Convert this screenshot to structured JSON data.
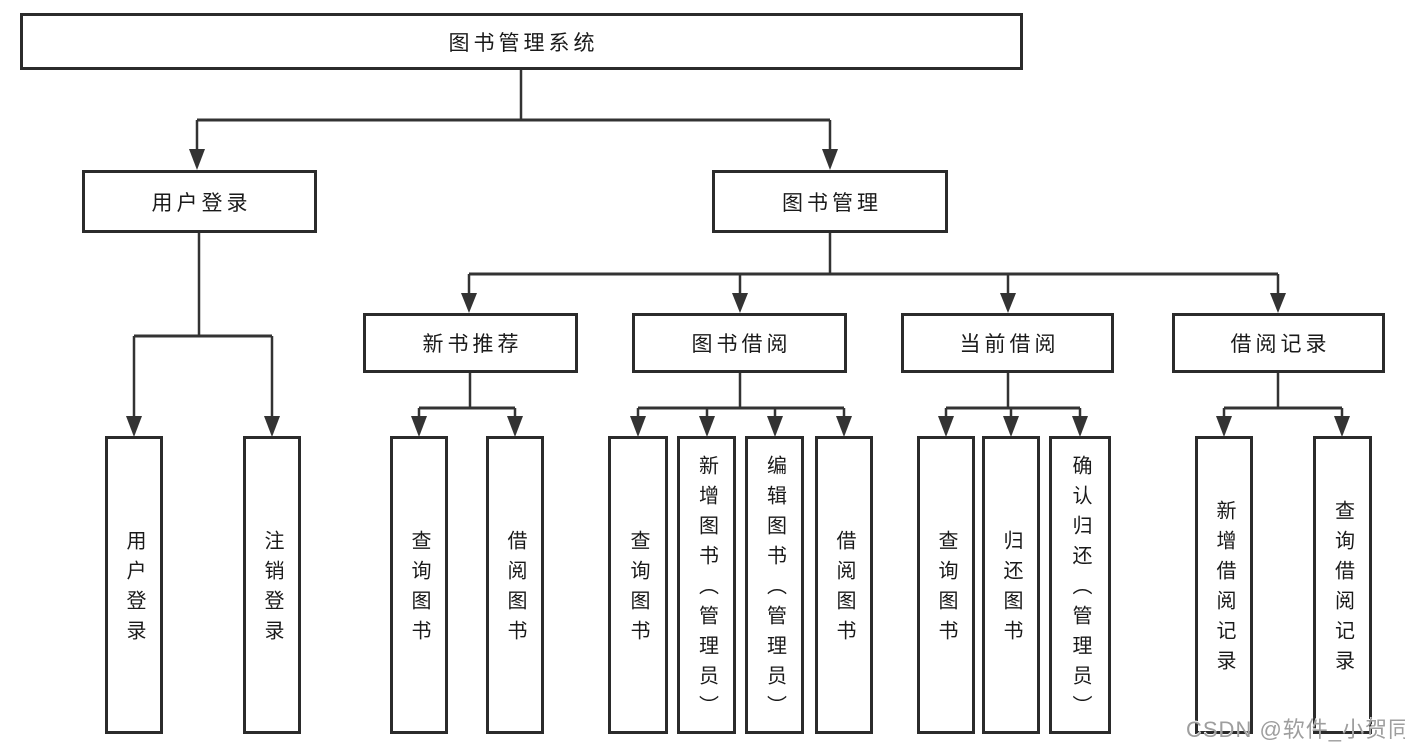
{
  "diagram": {
    "root": {
      "label": "图书管理系统"
    },
    "level2": [
      {
        "label": "用户登录"
      },
      {
        "label": "图书管理"
      }
    ],
    "level3": [
      {
        "label": "新书推荐"
      },
      {
        "label": "图书借阅"
      },
      {
        "label": "当前借阅"
      },
      {
        "label": "借阅记录"
      }
    ],
    "leaves": [
      {
        "label": "用户登录"
      },
      {
        "label": "注销登录"
      },
      {
        "label": "查询图书"
      },
      {
        "label": "借阅图书"
      },
      {
        "label": "查询图书"
      },
      {
        "label": "新增图书（管理员）"
      },
      {
        "label": "编辑图书（管理员）"
      },
      {
        "label": "借阅图书"
      },
      {
        "label": "查询图书"
      },
      {
        "label": "归还图书"
      },
      {
        "label": "确认归还（管理员）"
      },
      {
        "label": "新增借阅记录"
      },
      {
        "label": "查询借阅记录"
      }
    ],
    "structure": {
      "图书管理系统": [
        "用户登录",
        "图书管理"
      ],
      "用户登录": [
        "用户登录",
        "注销登录"
      ],
      "图书管理": [
        "新书推荐",
        "图书借阅",
        "当前借阅",
        "借阅记录"
      ],
      "新书推荐": [
        "查询图书",
        "借阅图书"
      ],
      "图书借阅": [
        "查询图书",
        "新增图书（管理员）",
        "编辑图书（管理员）",
        "借阅图书"
      ],
      "当前借阅": [
        "查询图书",
        "归还图书",
        "确认归还（管理员）"
      ],
      "借阅记录": [
        "新增借阅记录",
        "查询借阅记录"
      ]
    },
    "colors": {
      "line": "#333333",
      "box_border": "#2b2b2b",
      "text": "#1a1a1a",
      "watermark": "#9e9e9e",
      "background": "#ffffff"
    }
  },
  "watermark": {
    "text": "CSDN @软件_小贺同学"
  }
}
